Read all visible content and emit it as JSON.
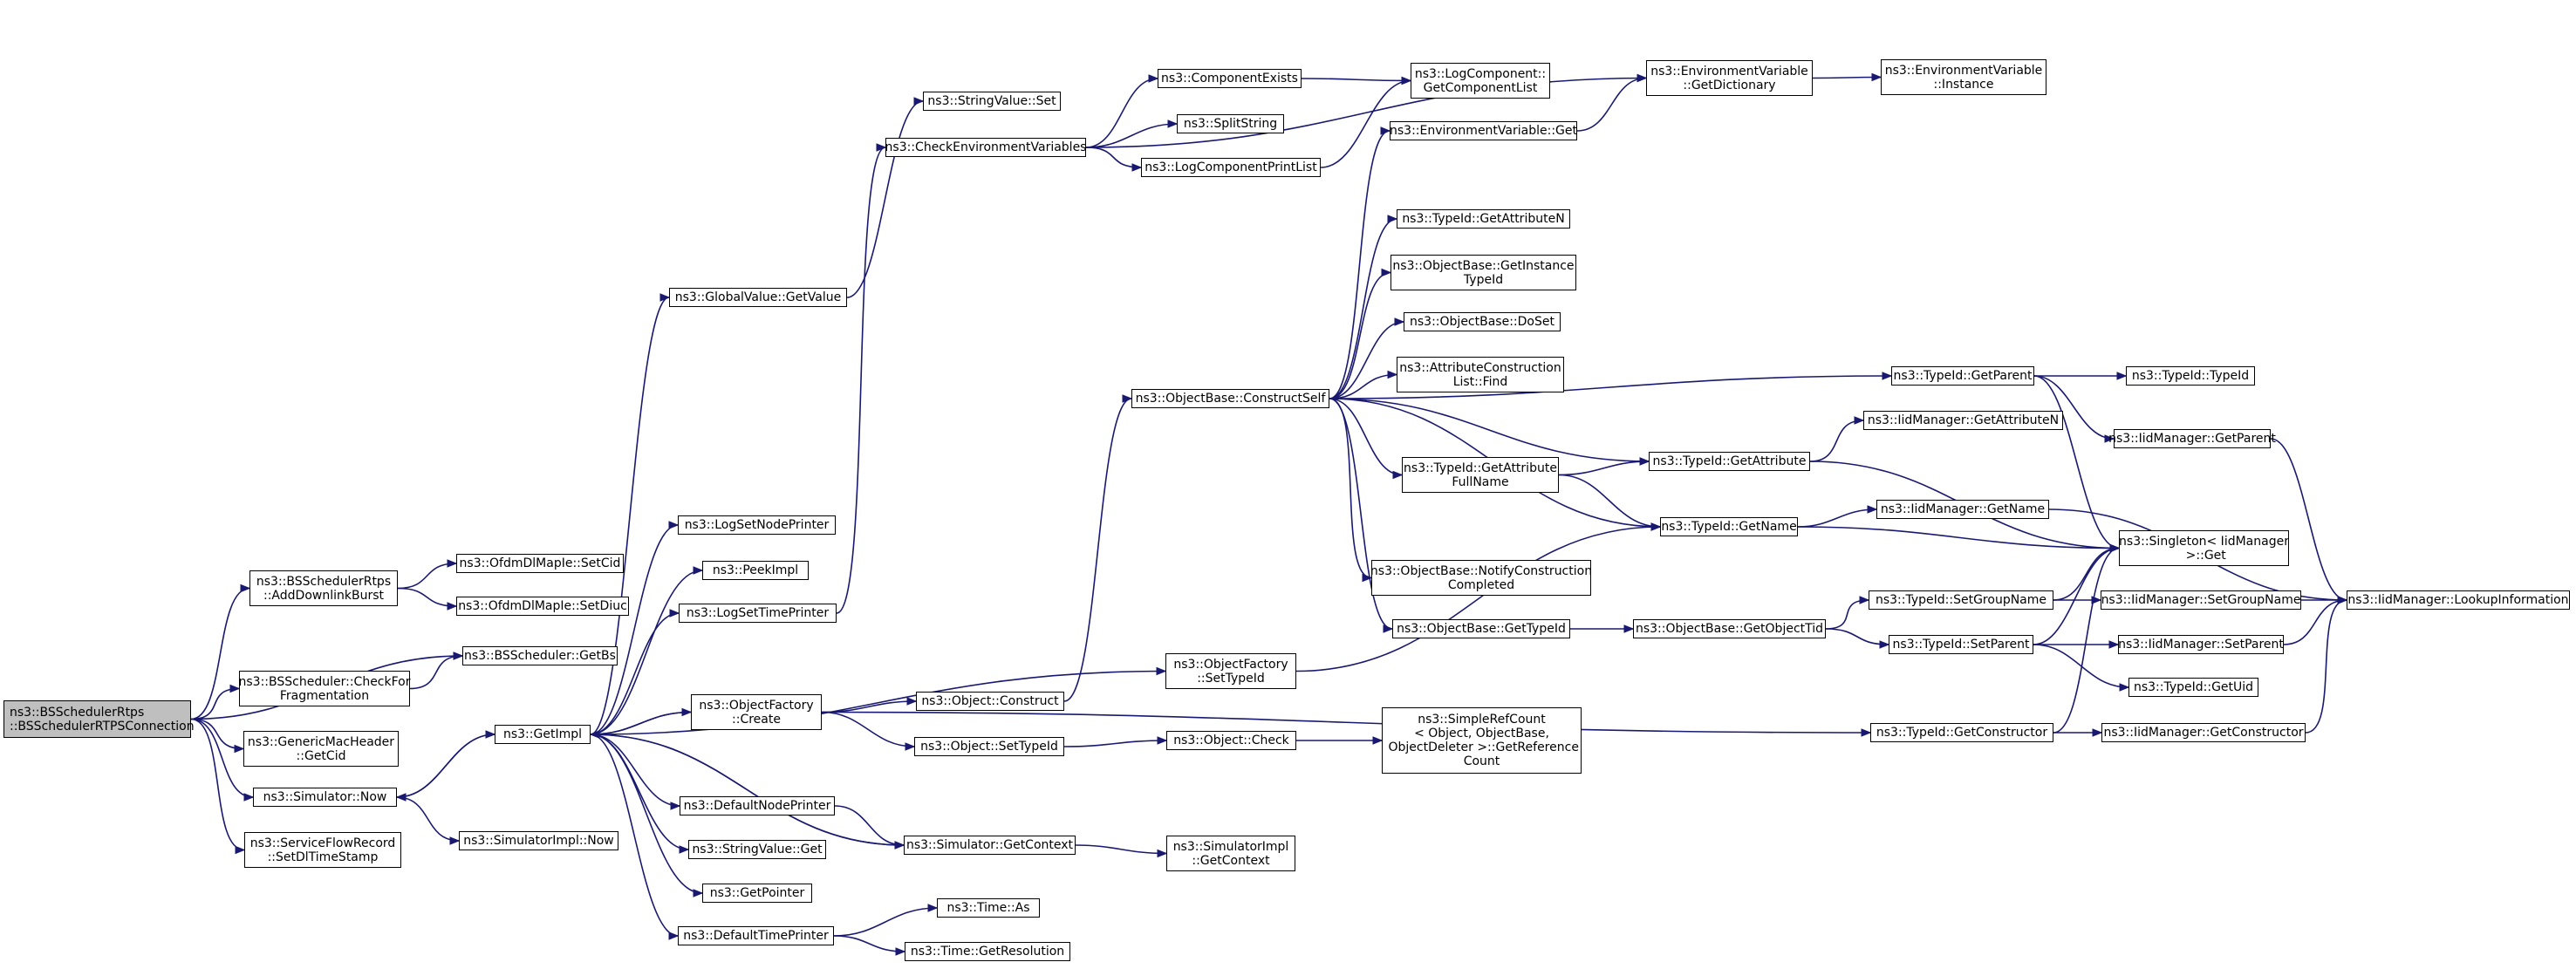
{
  "nodes": {
    "root": [
      "ns3::BSSchedulerRtps",
      "::BSSchedulerRTPSConnection"
    ],
    "addDownlink": [
      "ns3::BSSchedulerRtps",
      "::AddDownlinkBurst"
    ],
    "checkFrag": [
      "ns3::BSScheduler::CheckFor",
      "Fragmentation"
    ],
    "genericMac": [
      "ns3::GenericMacHeader",
      "::GetCid"
    ],
    "simNow": [
      "ns3::Simulator::Now"
    ],
    "sfr": [
      "ns3::ServiceFlowRecord",
      "::SetDlTimeStamp"
    ],
    "setCid": [
      "ns3::OfdmDlMapIe::SetCid"
    ],
    "setDiuc": [
      "ns3::OfdmDlMapIe::SetDiuc"
    ],
    "getBs": [
      "ns3::BSScheduler::GetBs"
    ],
    "simImplNow": [
      "ns3::SimulatorImpl::Now"
    ],
    "getImpl": [
      "ns3::GetImpl"
    ],
    "gvGetValue": [
      "ns3::GlobalValue::GetValue"
    ],
    "logSetNode": [
      "ns3::LogSetNodePrinter"
    ],
    "peekImpl": [
      "ns3::PeekImpl"
    ],
    "logSetTime": [
      "ns3::LogSetTimePrinter"
    ],
    "ofCreate": [
      "ns3::ObjectFactory",
      "::Create"
    ],
    "defNodePrinter": [
      "ns3::DefaultNodePrinter"
    ],
    "strValueGet": [
      "ns3::StringValue::Get"
    ],
    "getPointer": [
      "ns3::GetPointer"
    ],
    "defTimePrinter": [
      "ns3::DefaultTimePrinter"
    ],
    "strValueSet": [
      "ns3::StringValue::Set"
    ],
    "checkEnv": [
      "ns3::CheckEnvironmentVariables"
    ],
    "objConstruct": [
      "ns3::Object::Construct"
    ],
    "objSetTypeId": [
      "ns3::Object::SetTypeId"
    ],
    "simGetContext": [
      "ns3::Simulator::GetContext"
    ],
    "timeAs": [
      "ns3::Time::As"
    ],
    "timeGetRes": [
      "ns3::Time::GetResolution"
    ],
    "compExists": [
      "ns3::ComponentExists"
    ],
    "splitString": [
      "ns3::SplitString"
    ],
    "logCompPrintList": [
      "ns3::LogComponentPrintList"
    ],
    "obConstructSelf": [
      "ns3::ObjectBase::ConstructSelf"
    ],
    "ofSetTypeId": [
      "ns3::ObjectFactory",
      "::SetTypeId"
    ],
    "objCheck": [
      "ns3::Object::Check"
    ],
    "simImplGetContext": [
      "ns3::SimulatorImpl",
      "::GetContext"
    ],
    "logCompGetList": [
      "ns3::LogComponent::",
      "GetComponentList"
    ],
    "envVarGet": [
      "ns3::EnvironmentVariable::Get"
    ],
    "tidGetAttrN": [
      "ns3::TypeId::GetAttributeN"
    ],
    "obGetInstTid": [
      "ns3::ObjectBase::GetInstance",
      "TypeId"
    ],
    "obDoSet": [
      "ns3::ObjectBase::DoSet"
    ],
    "attrConstrFind": [
      "ns3::AttributeConstruction",
      "List::Find"
    ],
    "tidGetAttrFull": [
      "ns3::TypeId::GetAttribute",
      "FullName"
    ],
    "obNotify": [
      "ns3::ObjectBase::NotifyConstruction",
      "Completed"
    ],
    "obGetTypeId": [
      "ns3::ObjectBase::GetTypeId"
    ],
    "srcGetRef": [
      "ns3::SimpleRefCount",
      "< Object, ObjectBase,",
      " ObjectDeleter >::GetReference",
      "Count"
    ],
    "envVarGetDict": [
      "ns3::EnvironmentVariable",
      "::GetDictionary"
    ],
    "tidGetAttr": [
      "ns3::TypeId::GetAttribute"
    ],
    "tidGetName": [
      "ns3::TypeId::GetName"
    ],
    "obGetObjTid": [
      "ns3::ObjectBase::GetObjectTid"
    ],
    "envVarInstance": [
      "ns3::EnvironmentVariable",
      "::Instance"
    ],
    "tidGetParent": [
      "ns3::TypeId::GetParent"
    ],
    "iidGetAttrN": [
      "ns3::IidManager::GetAttributeN"
    ],
    "iidGetName": [
      "ns3::IidManager::GetName"
    ],
    "tidSetGroupName": [
      "ns3::TypeId::SetGroupName"
    ],
    "tidSetParent": [
      "ns3::TypeId::SetParent"
    ],
    "tidGetConstructor": [
      "ns3::TypeId::GetConstructor"
    ],
    "tidTypeId": [
      "ns3::TypeId::TypeId"
    ],
    "iidGetParent": [
      "ns3::IidManager::GetParent"
    ],
    "singletonGet": [
      "ns3::Singleton< IidManager",
      " >::Get"
    ],
    "iidSetGroupName": [
      "ns3::IidManager::SetGroupName"
    ],
    "iidSetParent": [
      "ns3::IidManager::SetParent"
    ],
    "tidGetUid": [
      "ns3::TypeId::GetUid"
    ],
    "iidGetConstructor": [
      "ns3::IidManager::GetConstructor"
    ],
    "iidLookup": [
      "ns3::IidManager::LookupInformation"
    ]
  },
  "edges": [
    [
      "root",
      "addDownlink"
    ],
    [
      "root",
      "getBs"
    ],
    [
      "root",
      "checkFrag"
    ],
    [
      "root",
      "genericMac"
    ],
    [
      "root",
      "simNow"
    ],
    [
      "root",
      "sfr"
    ],
    [
      "addDownlink",
      "setCid"
    ],
    [
      "addDownlink",
      "setDiuc"
    ],
    [
      "checkFrag",
      "getBs"
    ],
    [
      "simNow",
      "getImpl"
    ],
    [
      "simNow",
      "simImplNow"
    ],
    [
      "getImpl",
      "simNow"
    ],
    [
      "getImpl",
      "gvGetValue"
    ],
    [
      "getImpl",
      "logSetNode"
    ],
    [
      "getImpl",
      "peekImpl"
    ],
    [
      "getImpl",
      "logSetTime"
    ],
    [
      "getImpl",
      "ofCreate"
    ],
    [
      "getImpl",
      "defNodePrinter"
    ],
    [
      "getImpl",
      "strValueGet"
    ],
    [
      "getImpl",
      "getPointer"
    ],
    [
      "getImpl",
      "defTimePrinter"
    ],
    [
      "getImpl",
      "ofSetTypeId"
    ],
    [
      "getImpl",
      "simGetContext"
    ],
    [
      "simGetContext",
      "getImpl"
    ],
    [
      "ofCreate",
      "getImpl"
    ],
    [
      "gvGetValue",
      "strValueSet"
    ],
    [
      "logSetTime",
      "checkEnv"
    ],
    [
      "checkEnv",
      "envVarGetDict"
    ],
    [
      "checkEnv",
      "compExists"
    ],
    [
      "checkEnv",
      "splitString"
    ],
    [
      "checkEnv",
      "logCompPrintList"
    ],
    [
      "compExists",
      "logCompGetList"
    ],
    [
      "logCompPrintList",
      "logCompGetList"
    ],
    [
      "ofCreate",
      "objConstruct"
    ],
    [
      "ofCreate",
      "objSetTypeId"
    ],
    [
      "ofCreate",
      "tidGetConstructor"
    ],
    [
      "objConstruct",
      "obConstructSelf"
    ],
    [
      "objSetTypeId",
      "objCheck"
    ],
    [
      "objCheck",
      "srcGetRef"
    ],
    [
      "simGetContext",
      "simImplGetContext"
    ],
    [
      "defNodePrinter",
      "simGetContext"
    ],
    [
      "defTimePrinter",
      "timeAs"
    ],
    [
      "defTimePrinter",
      "timeGetRes"
    ],
    [
      "ofSetTypeId",
      "tidGetName"
    ],
    [
      "obConstructSelf",
      "envVarGet"
    ],
    [
      "obConstructSelf",
      "tidGetAttrN"
    ],
    [
      "obConstructSelf",
      "obGetInstTid"
    ],
    [
      "obConstructSelf",
      "obDoSet"
    ],
    [
      "obConstructSelf",
      "attrConstrFind"
    ],
    [
      "obConstructSelf",
      "tidGetAttrFull"
    ],
    [
      "obConstructSelf",
      "obNotify"
    ],
    [
      "obConstructSelf",
      "obGetTypeId"
    ],
    [
      "obConstructSelf",
      "tidGetAttr"
    ],
    [
      "obConstructSelf",
      "tidGetName"
    ],
    [
      "obConstructSelf",
      "tidGetParent"
    ],
    [
      "envVarGet",
      "envVarGetDict"
    ],
    [
      "envVarGetDict",
      "envVarInstance"
    ],
    [
      "tidGetAttrFull",
      "tidGetAttr"
    ],
    [
      "tidGetAttrFull",
      "tidGetName"
    ],
    [
      "obGetTypeId",
      "obGetObjTid"
    ],
    [
      "tidGetAttr",
      "iidGetAttrN"
    ],
    [
      "tidGetAttr",
      "singletonGet"
    ],
    [
      "tidGetName",
      "iidGetName"
    ],
    [
      "tidGetName",
      "singletonGet"
    ],
    [
      "obGetObjTid",
      "tidSetGroupName"
    ],
    [
      "obGetObjTid",
      "tidSetParent"
    ],
    [
      "tidGetParent",
      "tidTypeId"
    ],
    [
      "tidGetParent",
      "iidGetParent"
    ],
    [
      "tidGetParent",
      "singletonGet"
    ],
    [
      "tidSetGroupName",
      "iidSetGroupName"
    ],
    [
      "tidSetGroupName",
      "singletonGet"
    ],
    [
      "tidSetParent",
      "iidSetParent"
    ],
    [
      "tidSetParent",
      "tidGetUid"
    ],
    [
      "tidSetParent",
      "singletonGet"
    ],
    [
      "tidGetConstructor",
      "iidGetConstructor"
    ],
    [
      "tidGetConstructor",
      "singletonGet"
    ],
    [
      "iidGetParent",
      "iidLookup"
    ],
    [
      "iidGetName",
      "iidLookup"
    ],
    [
      "iidSetGroupName",
      "iidLookup"
    ],
    [
      "iidSetParent",
      "iidLookup"
    ],
    [
      "iidGetConstructor",
      "iidLookup"
    ]
  ],
  "colors": {
    "edge": "#191970",
    "node_border": "#000000",
    "root_fill": "#bfbfbf",
    "node_fill": "#ffffff"
  }
}
